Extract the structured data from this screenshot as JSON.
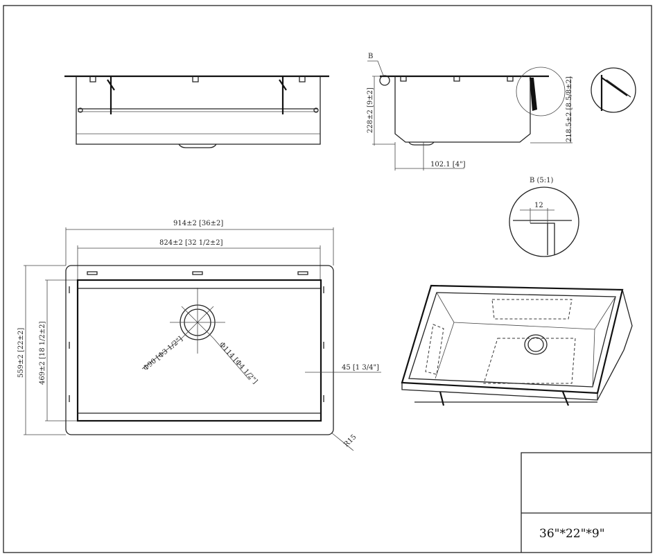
{
  "side_view": {
    "detail_marker": "B",
    "height_total": "228±2 [9±2]",
    "height_basin": "218.5±2 [8 5/8±2]",
    "drain_offset": "102.1 [4\"]"
  },
  "detail_b": {
    "title": "B (5:1)",
    "flange_width": "12"
  },
  "top_view": {
    "overall_width": "914±2 [36±2]",
    "basin_width": "824±2 [32 1/2±2]",
    "overall_depth": "559±2 [22±2]",
    "basin_depth": "469±2 [18 1/2±2]",
    "drain_inner_diameter": "Φ90 [Φ3 1/2\"]",
    "drain_outer_diameter": "Φ114 [Φ4 1/2\"]",
    "flange_margin": "45 [1 3/4\"]",
    "corner_radius": "R15"
  },
  "title_block": {
    "size": "36\"*22\"*9\""
  }
}
